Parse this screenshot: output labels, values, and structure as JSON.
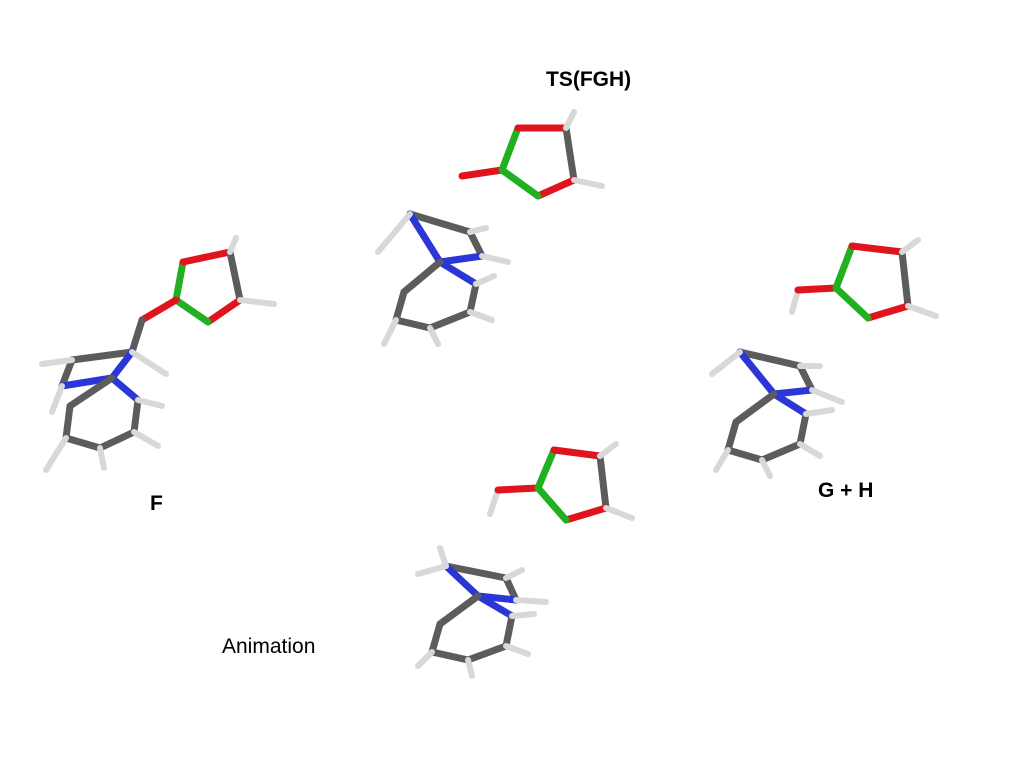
{
  "labels": {
    "ts": "TS(FGH)",
    "f": "F",
    "gh": "G + H",
    "animation": "Animation"
  },
  "colors": {
    "background": "#ffffff",
    "carbon": "#5c5c5c",
    "hydrogen": "#d8d8d8",
    "oxygen": "#e0141c",
    "boron": "#22b022",
    "nitrogen": "#2a36d6"
  }
}
